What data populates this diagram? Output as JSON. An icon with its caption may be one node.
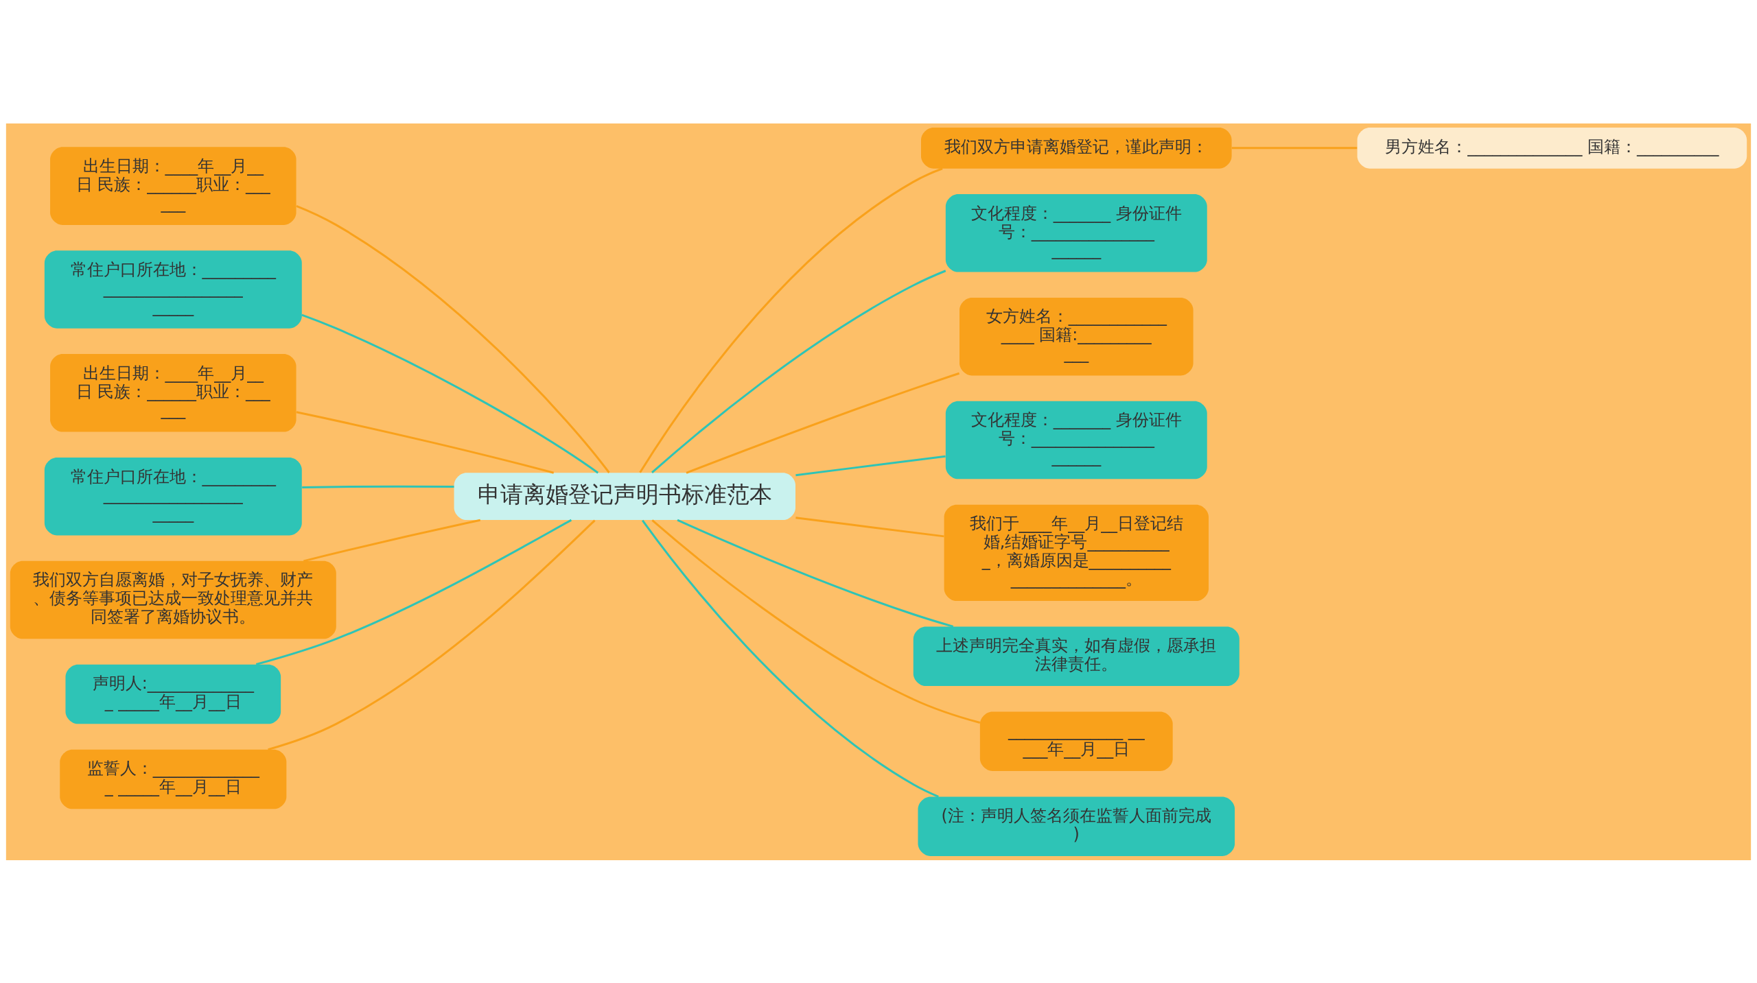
{
  "diagram": {
    "nodes": [
      {
        "text": [
          "申请离婚登记声明书标准范本"
        ]
      },
      {
        "text": [
          "我们双方申请离婚登记，谨此声明："
        ]
      },
      {
        "text": [
          "男方姓名：______________ 国籍：__________"
        ]
      },
      {
        "text": [
          "文化程度：_______ 身份证件号：_____________________"
        ]
      },
      {
        "text": [
          "女方姓名：________________ 国籍:____________"
        ]
      },
      {
        "text": [
          "文化程度：_______ 身份证件号：_____________________"
        ]
      },
      {
        "text": [
          "我们于____年__月__日登记结婚,结婚证字号___________，离婚原因是________________________。"
        ]
      },
      {
        "text": [
          "上述声明完全真实，如有虚假，愿承担法律责任。"
        ]
      },
      {
        "text": [
          "______________ _____年__月__日"
        ]
      },
      {
        "text": [
          "(注：声明人签名须在监誓人面前完成)"
        ]
      },
      {
        "text": [
          "出生日期：____年__月__日 民族：______职业：______"
        ]
      },
      {
        "text": [
          "常住户口所在地：_______________________________"
        ]
      },
      {
        "text": [
          "出生日期：____年__月__日 民族：______职业：______"
        ]
      },
      {
        "text": [
          "常住户口所在地：_______________________________"
        ]
      },
      {
        "text": [
          "我们双方自愿离婚，对子女抚养、财产、债务等事项已达成一致处理意见并共同签署了离婚协议书。"
        ]
      },
      {
        "text": [
          "声明人:______________ _____年__月__日"
        ]
      },
      {
        "text": [
          "监誓人：______________ _____年__月__日"
        ]
      }
    ],
    "edges": [
      {
        "from": 0,
        "to": 1,
        "arrow": "none"
      },
      {
        "from": 1,
        "to": 2,
        "arrow": "none"
      },
      {
        "from": 0,
        "to": 3,
        "arrow": "none",
        "color": "#2ec4b6"
      },
      {
        "from": 0,
        "to": 4,
        "arrow": "none"
      },
      {
        "from": 0,
        "to": 5,
        "arrow": "none",
        "color": "#2ec4b6"
      },
      {
        "from": 0,
        "to": 6,
        "arrow": "none"
      },
      {
        "from": 0,
        "to": 7,
        "arrow": "none",
        "color": "#2ec4b6"
      },
      {
        "from": 0,
        "to": 8,
        "arrow": "none"
      },
      {
        "from": 0,
        "to": 9,
        "arrow": "none",
        "color": "#2ec4b6"
      },
      {
        "from": 0,
        "to": 10,
        "arrow": "none"
      },
      {
        "from": 0,
        "to": 11,
        "arrow": "none",
        "color": "#2ec4b6"
      },
      {
        "from": 0,
        "to": 12,
        "arrow": "none"
      },
      {
        "from": 0,
        "to": 13,
        "arrow": "none",
        "color": "#2ec4b6"
      },
      {
        "from": 0,
        "to": 14,
        "arrow": "none"
      },
      {
        "from": 0,
        "to": 15,
        "arrow": "none",
        "color": "#2ec4b6"
      },
      {
        "from": 0,
        "to": 16,
        "arrow": "none"
      }
    ]
  }
}
